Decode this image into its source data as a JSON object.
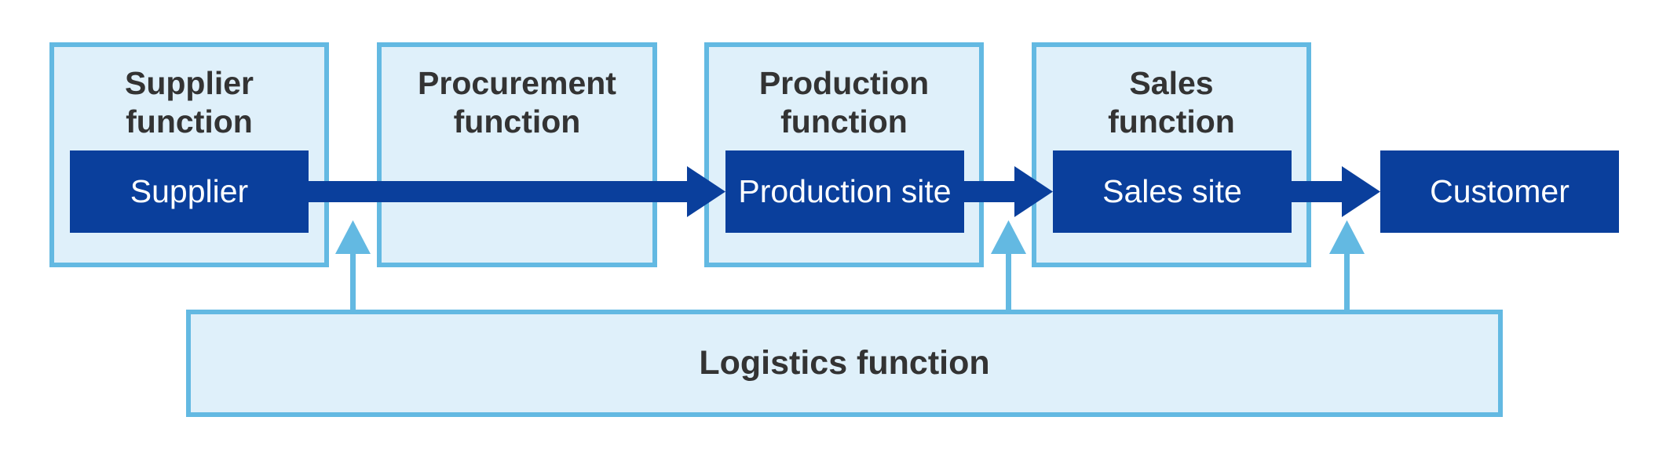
{
  "functions": {
    "supplier": "Supplier\nfunction",
    "procurement": "Procurement\nfunction",
    "production": "Production\nfunction",
    "sales": "Sales\nfunction",
    "logistics": "Logistics function"
  },
  "sites": {
    "supplier": "Supplier",
    "production": "Production site",
    "sales": "Sales site",
    "customer": "Customer"
  },
  "colors": {
    "function_fill": "#dff0fa",
    "function_border": "#63b9e2",
    "site_fill": "#0a3f9c",
    "flow_arrow": "#0a3f9c",
    "support_arrow": "#63b9e2"
  }
}
